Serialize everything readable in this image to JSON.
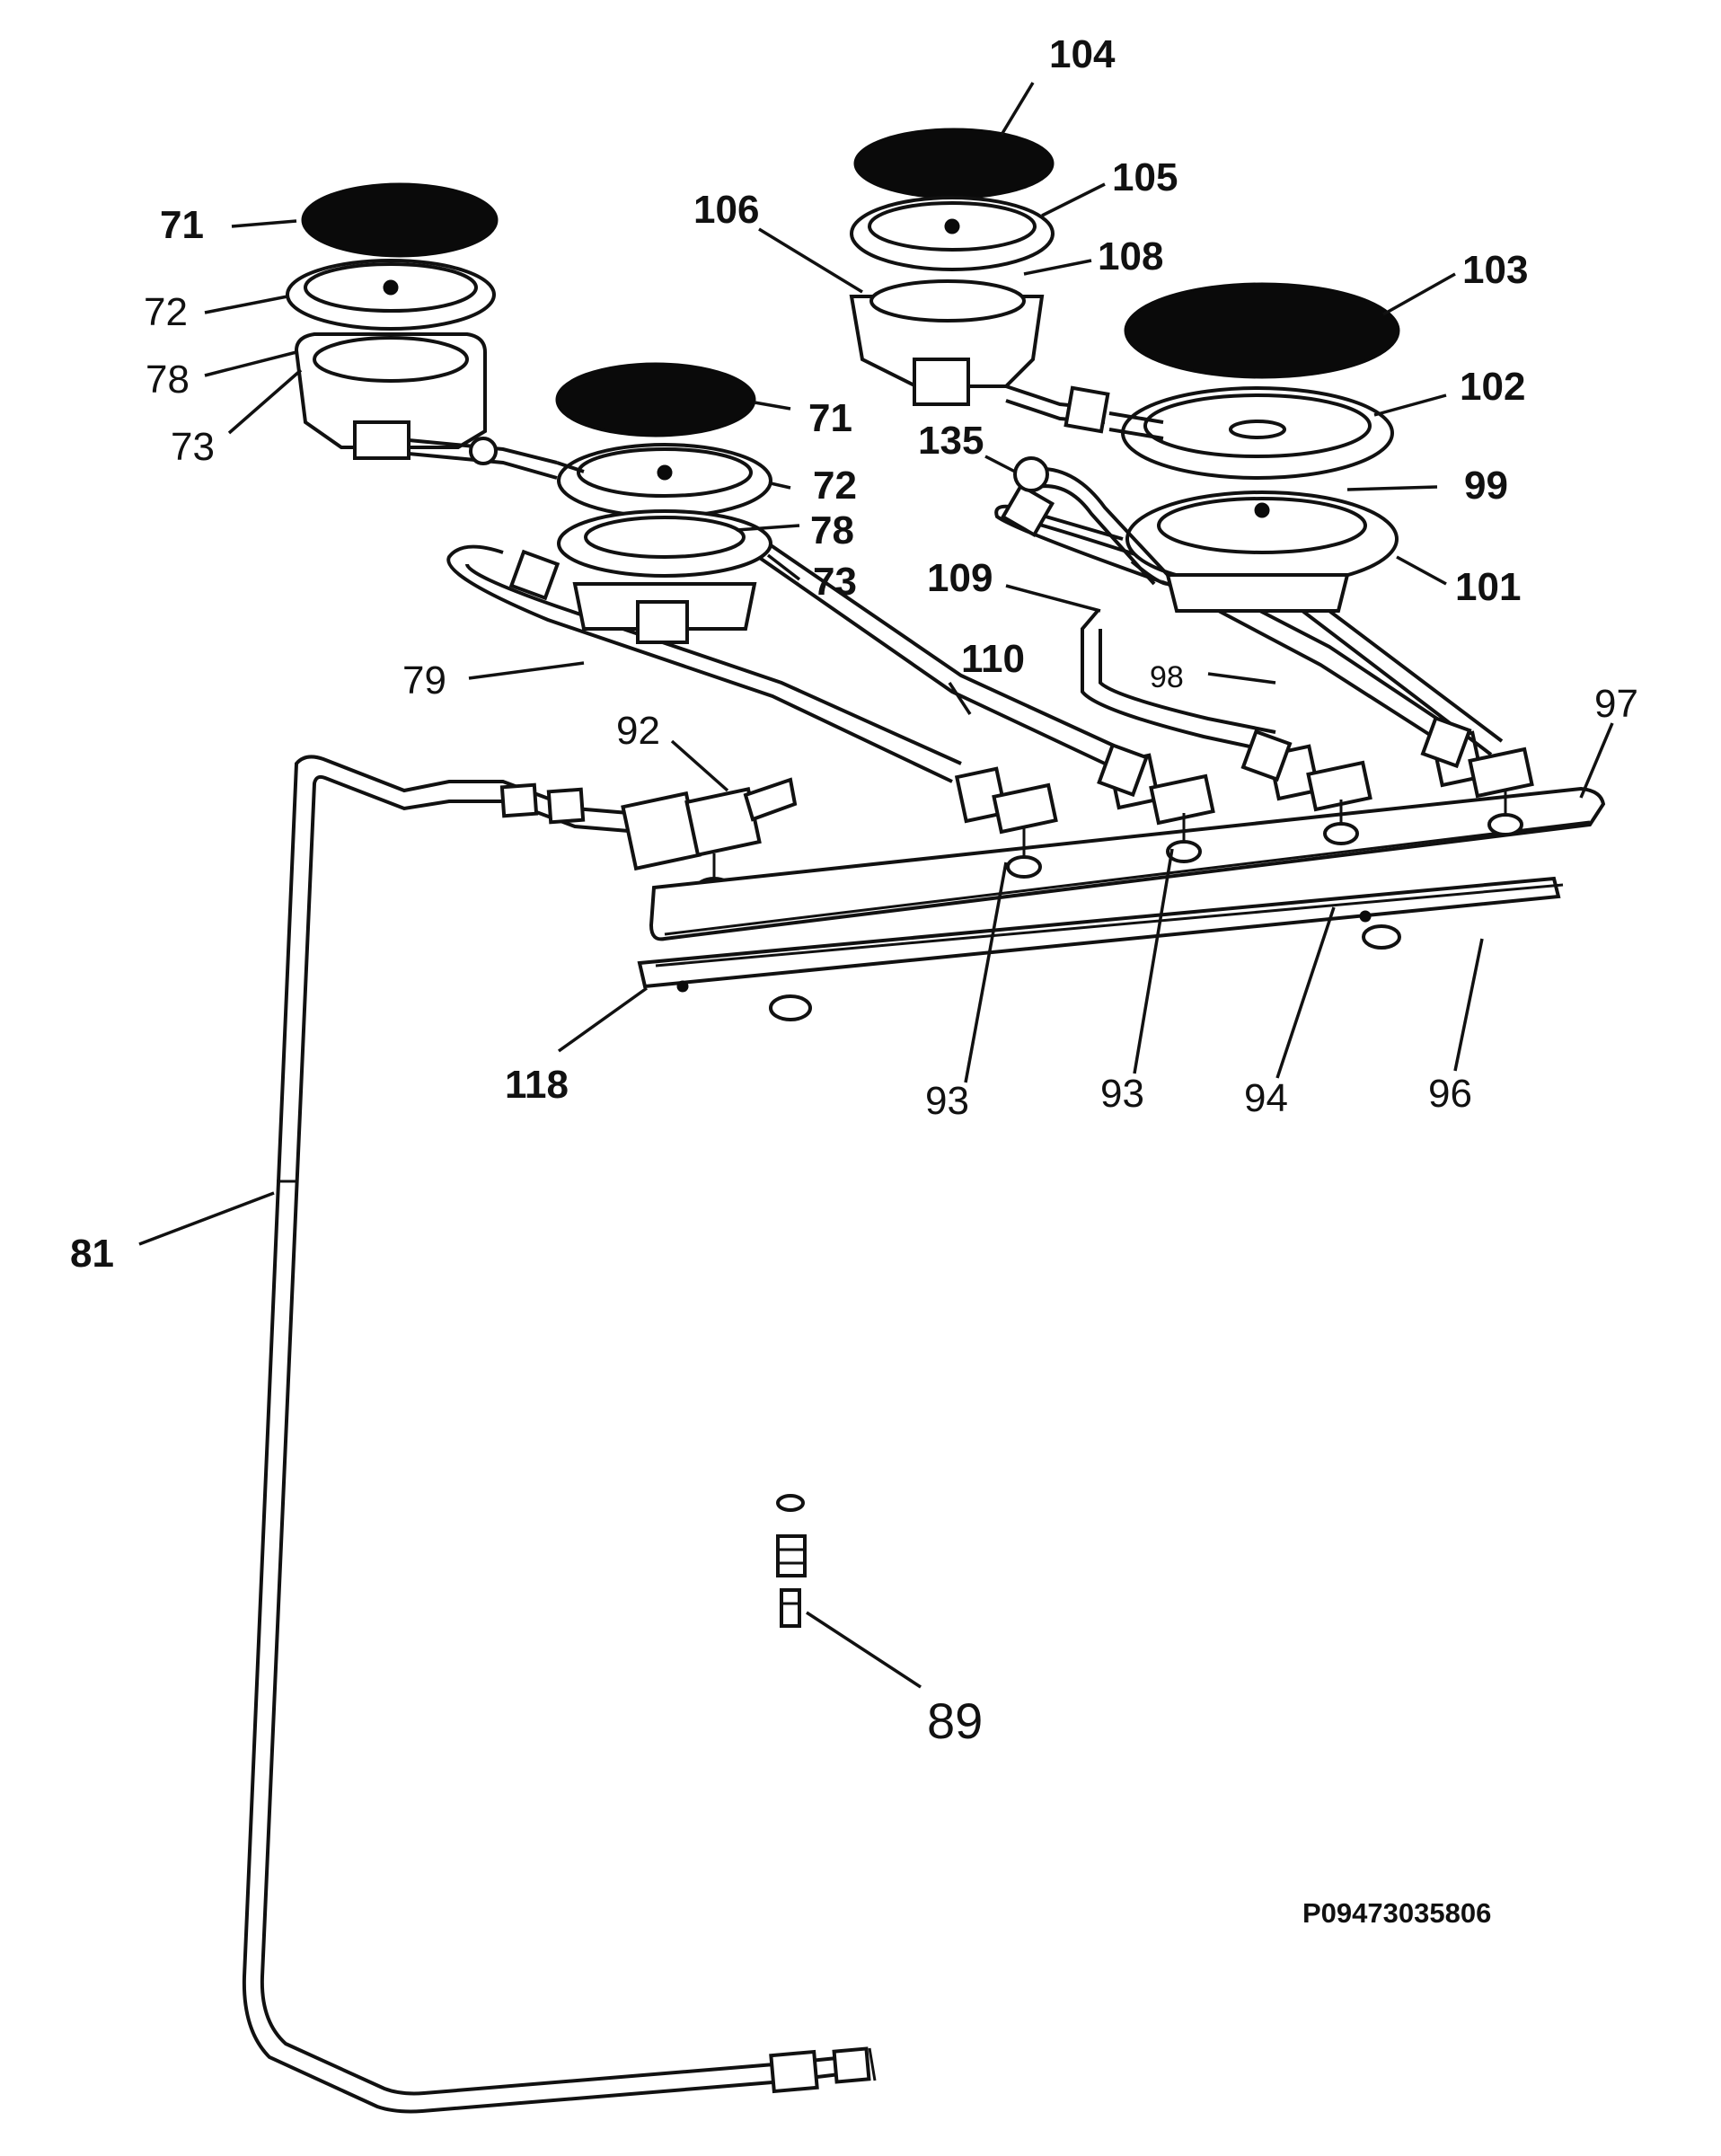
{
  "labels": [
    {
      "id": "71a",
      "text": "71"
    },
    {
      "id": "72a",
      "text": "72"
    },
    {
      "id": "78a",
      "text": "78"
    },
    {
      "id": "73a",
      "text": "73"
    },
    {
      "id": "71b",
      "text": "71"
    },
    {
      "id": "72b",
      "text": "72"
    },
    {
      "id": "78b",
      "text": "78"
    },
    {
      "id": "73b",
      "text": "73"
    },
    {
      "id": "104",
      "text": "104"
    },
    {
      "id": "105",
      "text": "105"
    },
    {
      "id": "106",
      "text": "106"
    },
    {
      "id": "108",
      "text": "108"
    },
    {
      "id": "103",
      "text": "103"
    },
    {
      "id": "102",
      "text": "102"
    },
    {
      "id": "135",
      "text": "135"
    },
    {
      "id": "99",
      "text": "99"
    },
    {
      "id": "101",
      "text": "101"
    },
    {
      "id": "109",
      "text": "109"
    },
    {
      "id": "110",
      "text": "110"
    },
    {
      "id": "98",
      "text": "98"
    },
    {
      "id": "97",
      "text": "97"
    },
    {
      "id": "79",
      "text": "79"
    },
    {
      "id": "92",
      "text": "92"
    },
    {
      "id": "118",
      "text": "118"
    },
    {
      "id": "93a",
      "text": "93"
    },
    {
      "id": "93b",
      "text": "93"
    },
    {
      "id": "94",
      "text": "94"
    },
    {
      "id": "96",
      "text": "96"
    },
    {
      "id": "81",
      "text": "81"
    },
    {
      "id": "89",
      "text": "89"
    }
  ],
  "drawing_code": "P09473035806"
}
